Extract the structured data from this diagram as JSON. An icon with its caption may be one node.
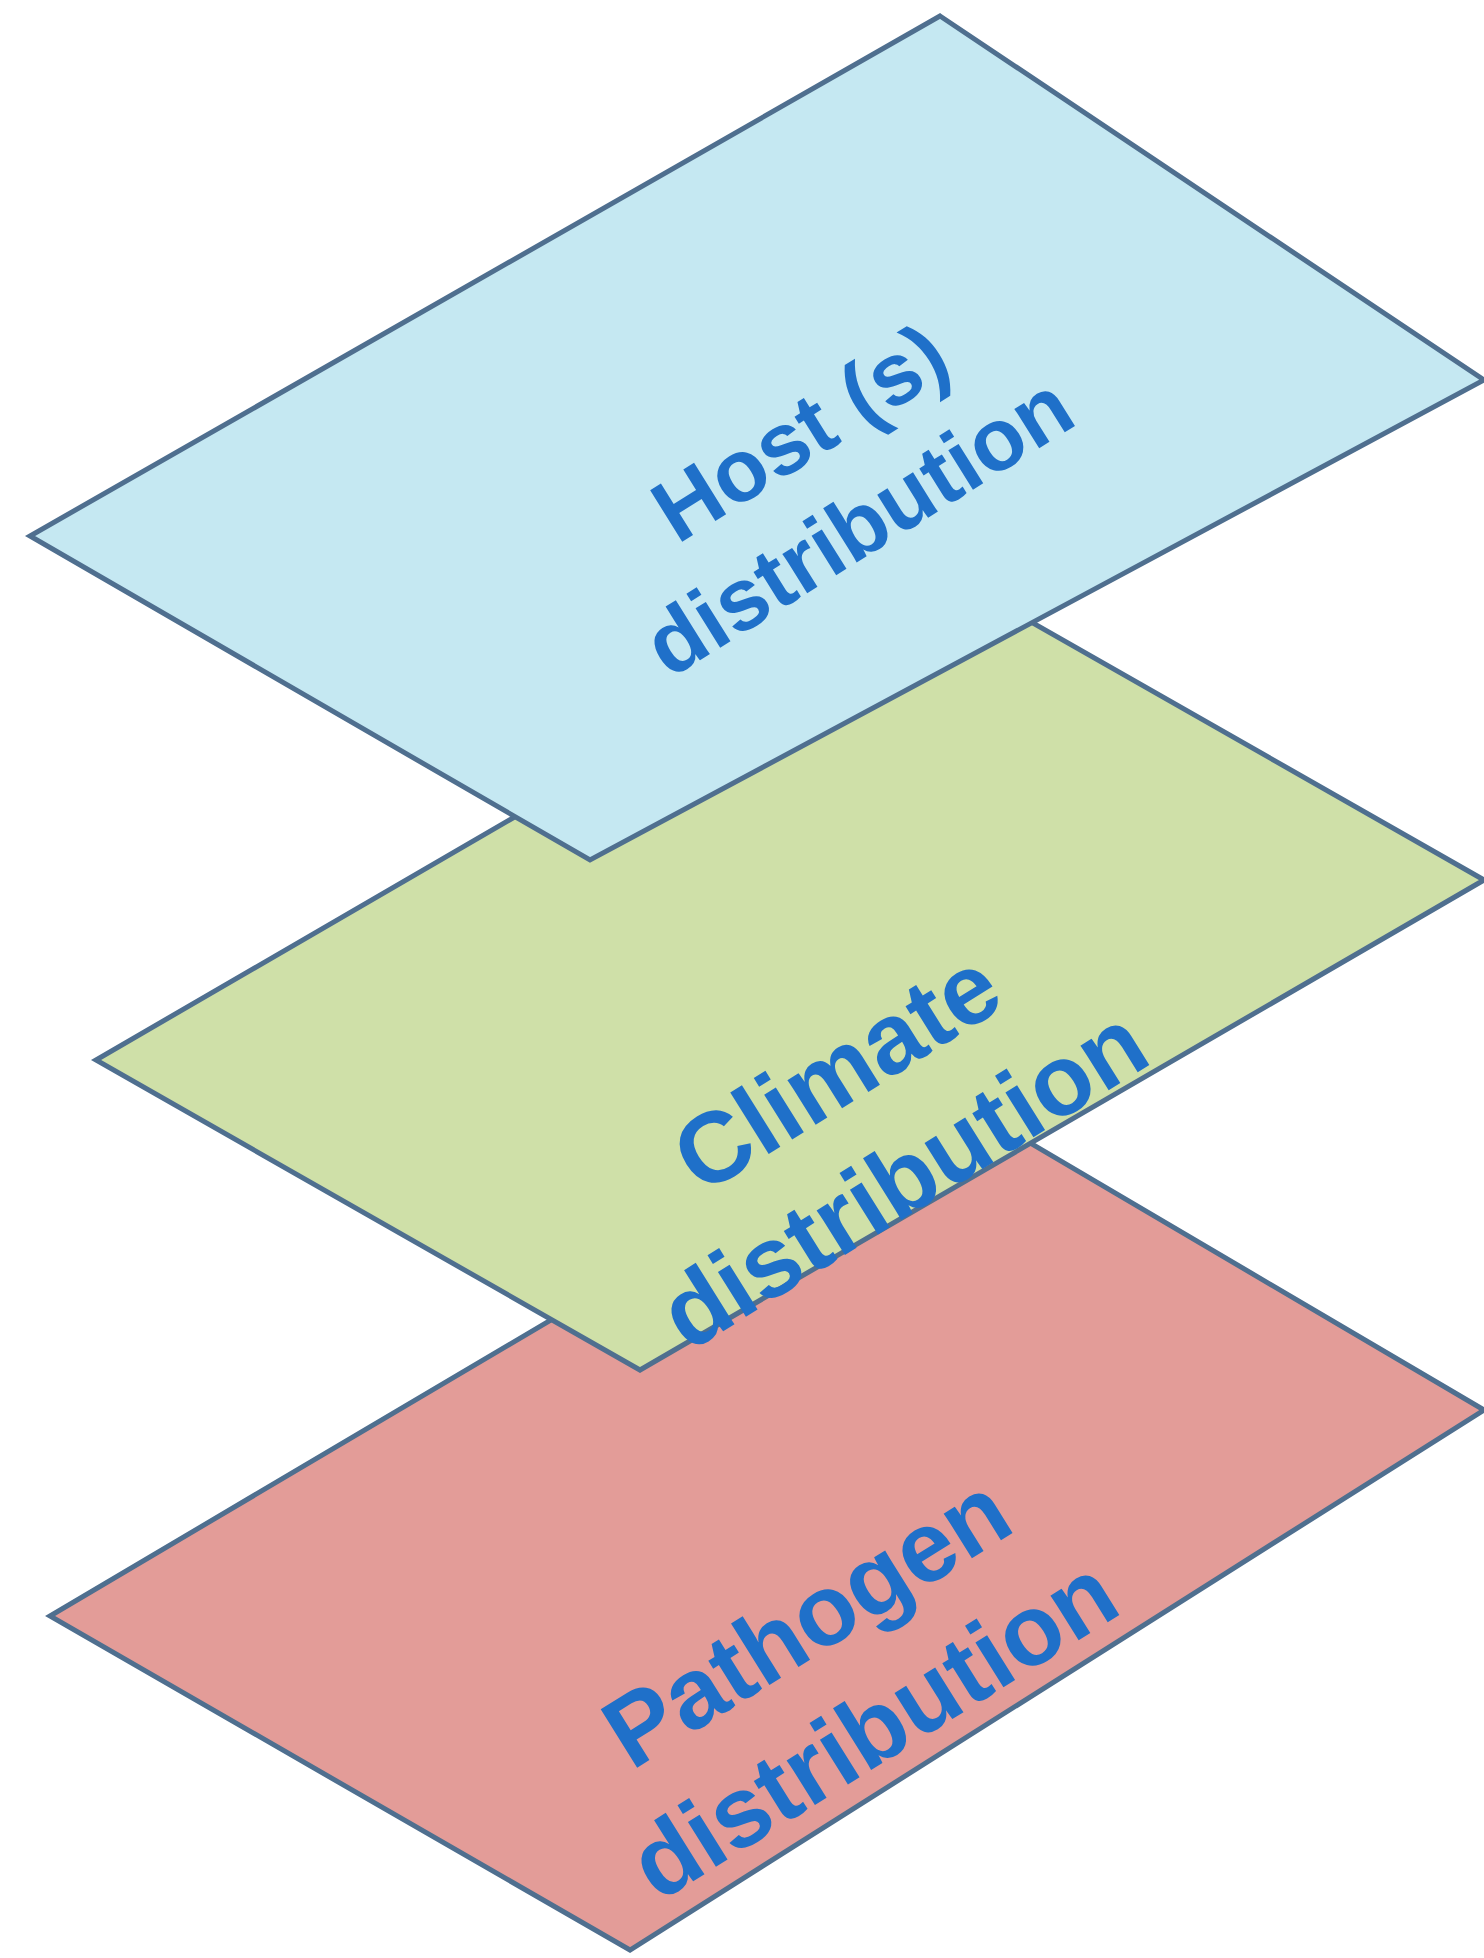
{
  "diagram": {
    "nodes": [
      {
        "text": [
          "Host (s) distribution"
        ]
      },
      {
        "text": [
          "Climate distribution"
        ]
      },
      {
        "text": [
          "Pathogen distribution"
        ]
      }
    ]
  }
}
